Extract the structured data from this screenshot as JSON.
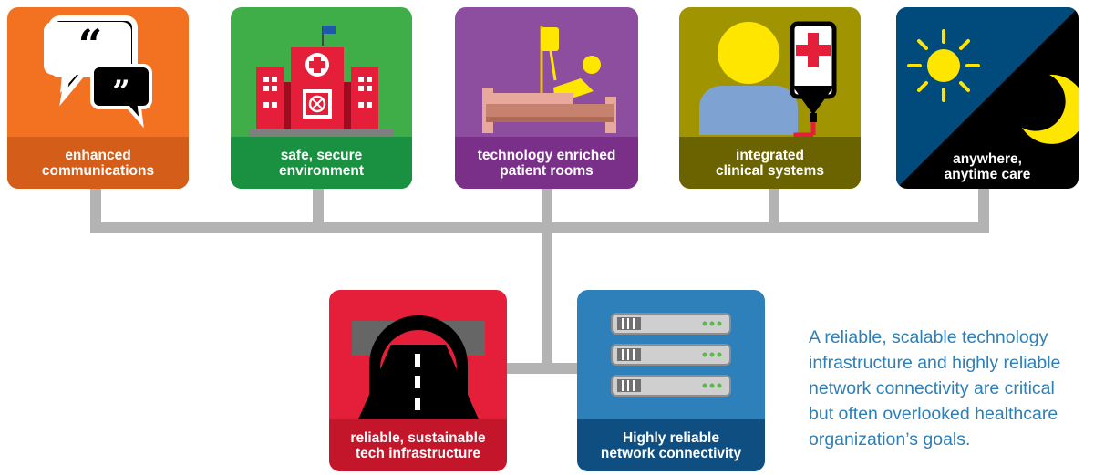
{
  "top_tiles": [
    {
      "id": "communications",
      "caption_lines": [
        "enhanced",
        "communications"
      ],
      "icon": "speech-bubbles-icon",
      "colors": {
        "top": "#f27221",
        "bottom": "#d45d19"
      }
    },
    {
      "id": "environment",
      "caption_lines": [
        "safe, secure",
        "environment"
      ],
      "icon": "hospital-building-icon",
      "colors": {
        "top": "#3fae49",
        "bottom": "#1a9140"
      }
    },
    {
      "id": "patient-rooms",
      "caption_lines": [
        "technology enriched",
        "patient rooms"
      ],
      "icon": "hospital-bed-icon",
      "colors": {
        "top": "#8e4e9f",
        "bottom": "#7a3089"
      }
    },
    {
      "id": "clinical-systems",
      "caption_lines": [
        "integrated",
        "clinical systems"
      ],
      "icon": "clinician-iv-bag-icon",
      "colors": {
        "top": "#a09500",
        "bottom": "#6b6300"
      }
    },
    {
      "id": "anytime-care",
      "caption_lines": [
        "anywhere,",
        "anytime care"
      ],
      "icon": "sun-moon-icon",
      "colors": {
        "top": "#004b7c",
        "bottom": "#000000"
      }
    }
  ],
  "bottom_tiles": [
    {
      "id": "infrastructure",
      "caption_lines": [
        "reliable, sustainable",
        "tech infrastructure"
      ],
      "icon": "tunnel-road-icon",
      "colors": {
        "top": "#e51f3a",
        "bottom": "#c4162b"
      }
    },
    {
      "id": "connectivity",
      "caption_lines": [
        "Highly reliable",
        "network connectivity"
      ],
      "icon": "server-rack-icon",
      "colors": {
        "top": "#2e80bb",
        "bottom": "#0e4e80"
      }
    }
  ],
  "note_lines": [
    "A reliable, scalable technology",
    "infrastructure and highly reliable",
    "network connectivity are critical",
    "but often overlooked healthcare",
    "organization’s goals."
  ],
  "colors": {
    "connector": "#b3b3b3",
    "note_text": "#2e7fb6"
  }
}
